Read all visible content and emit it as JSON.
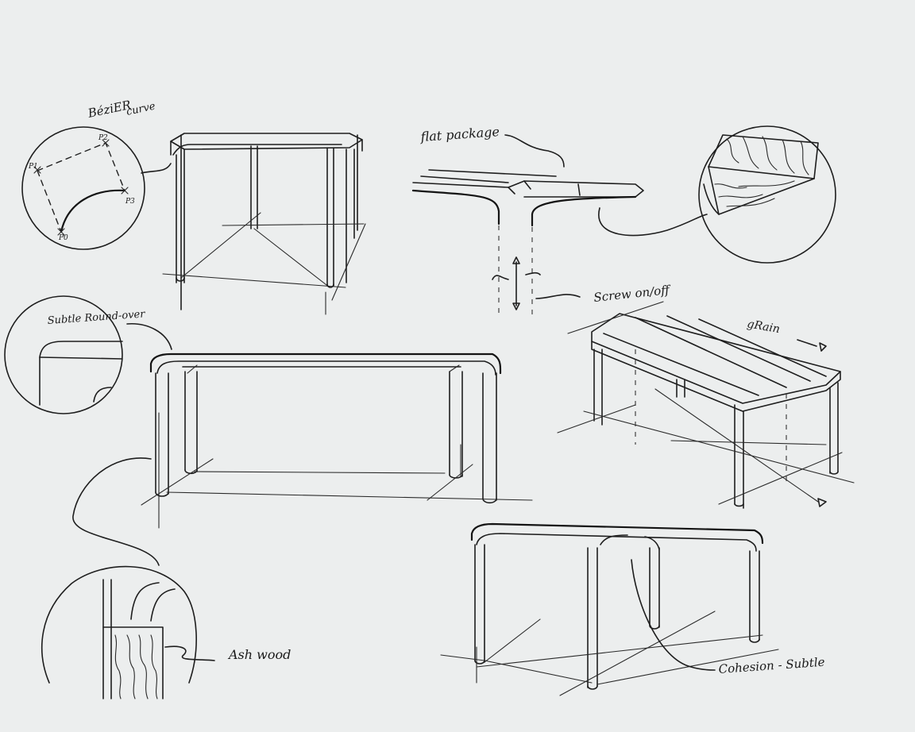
{
  "annotations": {
    "bezier_title": "BéziER",
    "bezier_subtitle": "curve",
    "point_p0": "P0",
    "point_p1": "P1",
    "point_p2": "P2",
    "point_p3": "P3",
    "flat_package": "flat package",
    "screw_on_off": "Screw on/off",
    "grain": "gRain",
    "subtle_round_over": "Subtle Round-over",
    "ash_wood": "Ash wood",
    "cohesion_subtle": "Cohesion - Subtle"
  }
}
